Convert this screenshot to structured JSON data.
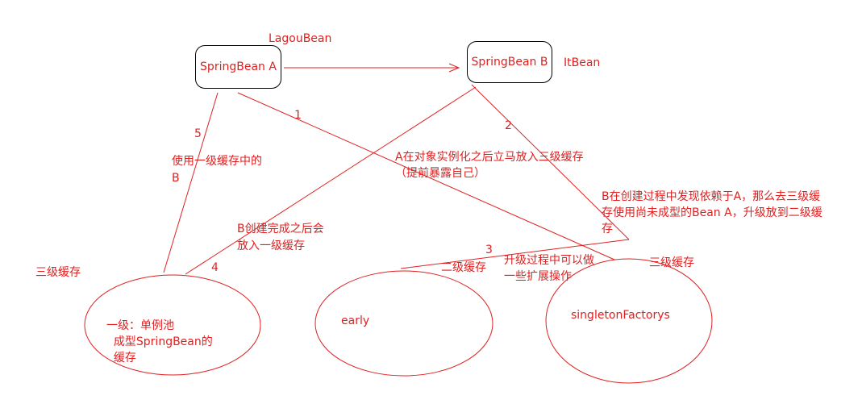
{
  "colors": {
    "line": "#e02020",
    "text": "#e02020",
    "box_border": "#000000",
    "background": "#ffffff"
  },
  "nodes": {
    "spring_bean_a": "SpringBean A",
    "spring_bean_b": "SpringBean B",
    "level1_cache": "一级：单例池\n  成型SpringBean的\n  缓存",
    "early_cache": "early",
    "singleton_factories_cache": "singletonFactorys"
  },
  "labels": {
    "lagou_bean": "LagouBean",
    "it_bean": "ItBean",
    "three_level_cache_title": "三级缓存",
    "level2_cache_label": "二级缓存",
    "level3_cache_label": "三级缓存",
    "step1_number": "1",
    "step1_text": "A在对象实例化之后立马放入三级缓存\n（提前暴露自己）",
    "step2_number": "2",
    "step2_text": "B在创建过程中发现依赖于A，那么去三级缓\n存使用尚未成型的Bean A，升级放到二级缓\n存",
    "step3_number": "3",
    "step3_text": "升级过程中可以做\n一些扩展操作",
    "step4_number": "4",
    "step4_text": "B创建完成之后会\n放入一级缓存",
    "step5_number": "5",
    "step5_text": "使用一级缓存中的\nB"
  }
}
